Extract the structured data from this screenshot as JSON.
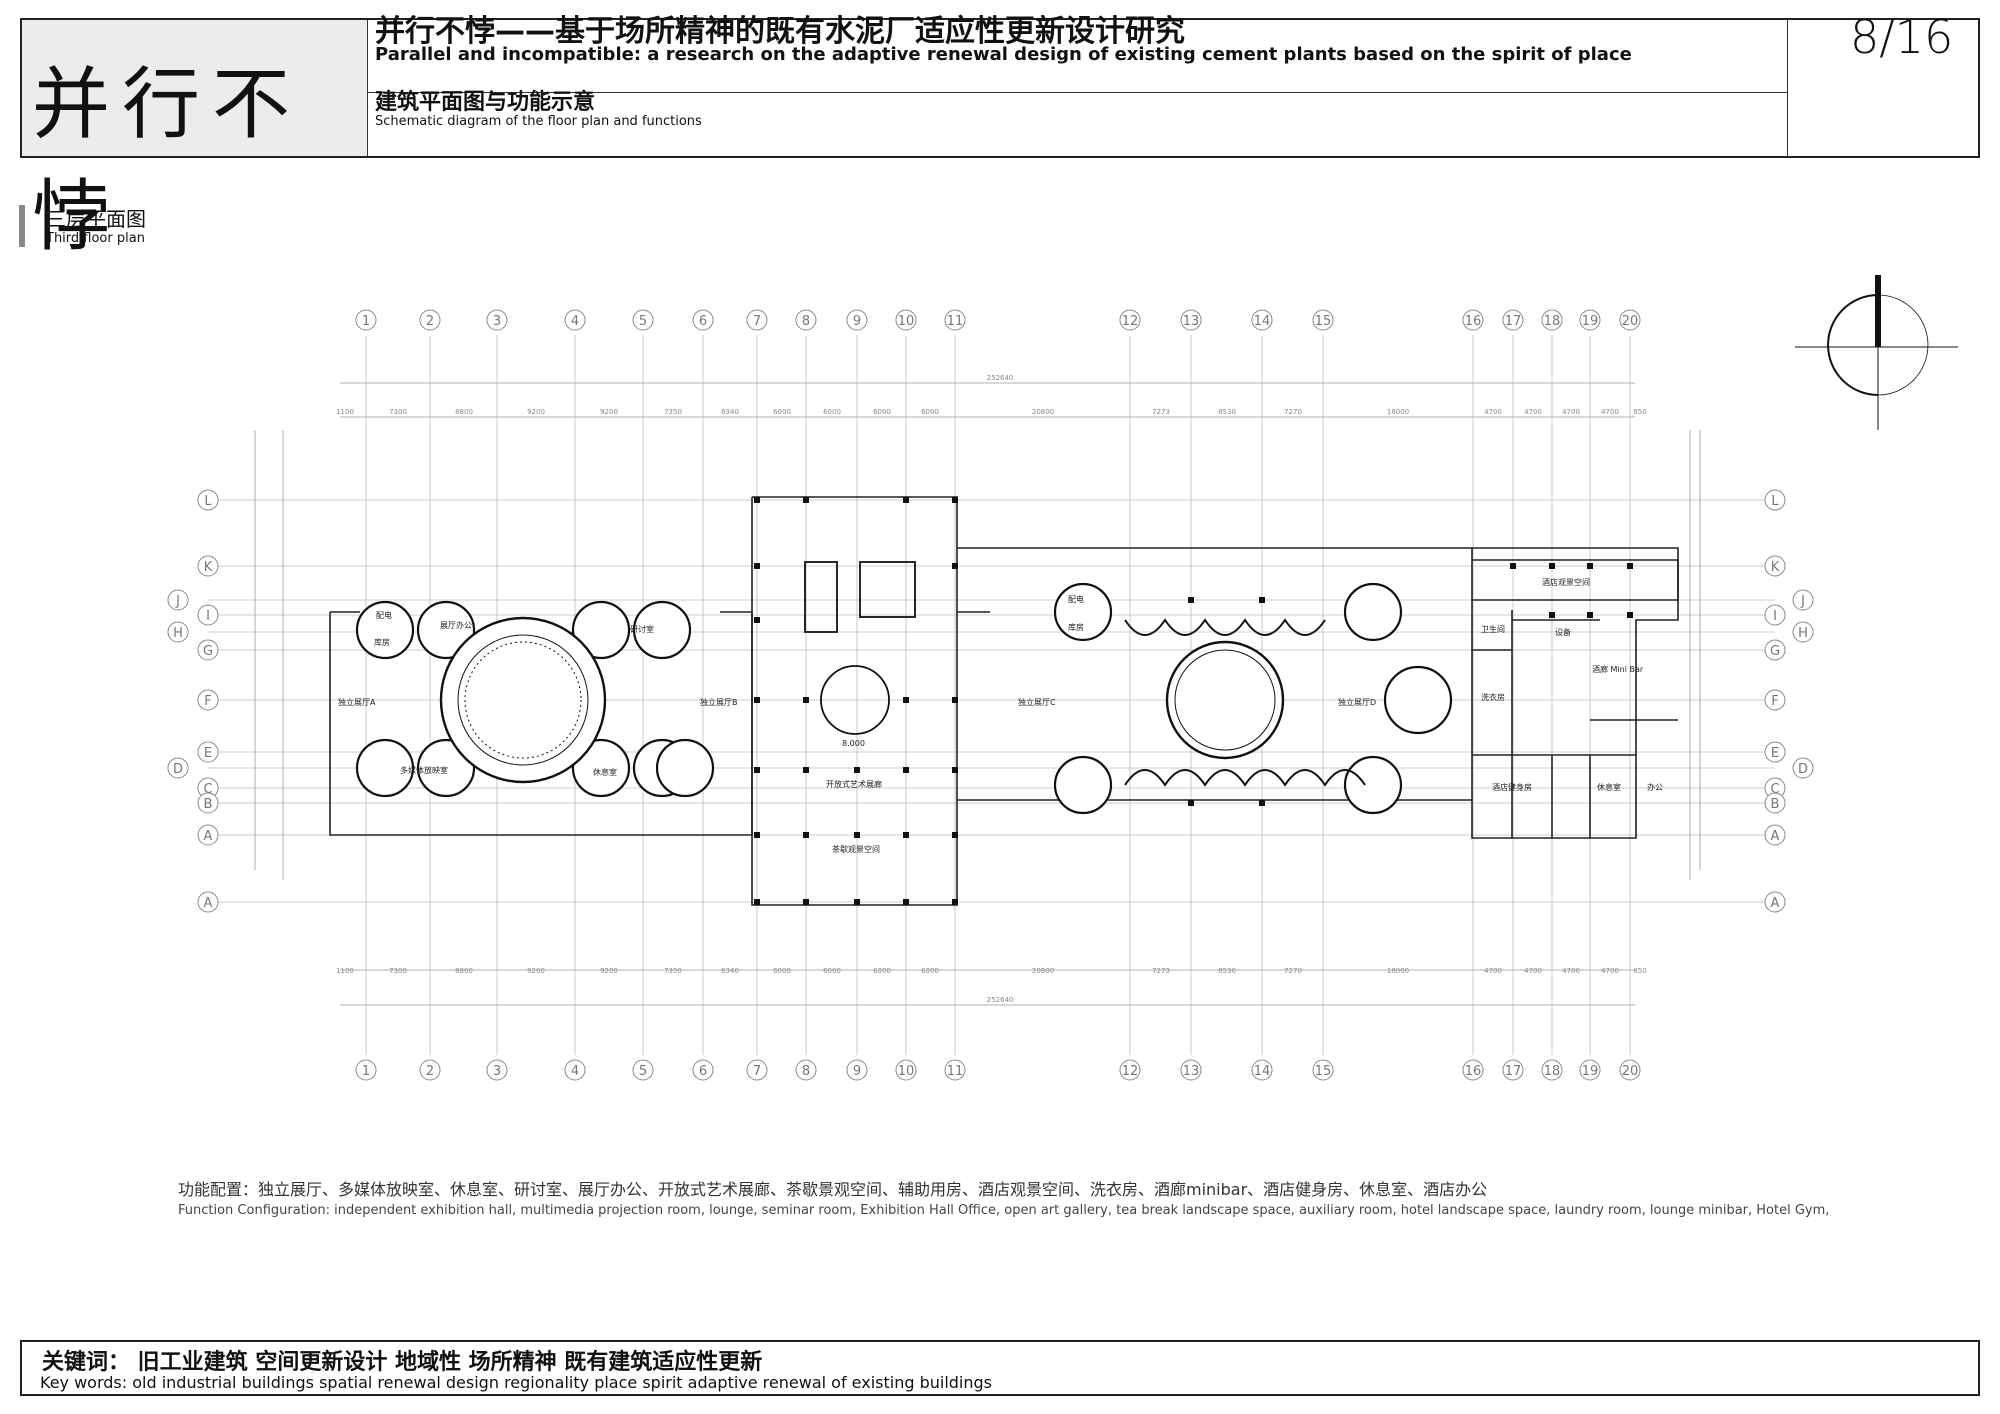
{
  "header": {
    "brand": "并行不悖",
    "title_cn": "并行不悖——基于场所精神的既有水泥厂适应性更新设计研究",
    "title_en": "Parallel and incompatible: a research on the adaptive renewal design of existing cement plants based on the spirit of place",
    "section_cn": "建筑平面图与功能示意",
    "section_en": "Schematic diagram of the floor plan and functions",
    "page": "8/16"
  },
  "plan": {
    "title_cn": "三层平面图",
    "title_en": "Third floor plan",
    "axis_cols": [
      "1",
      "2",
      "3",
      "4",
      "5",
      "6",
      "7",
      "8",
      "9",
      "10",
      "11",
      "12",
      "13",
      "14",
      "15",
      "16",
      "17",
      "18",
      "19",
      "20"
    ],
    "axis_rows": [
      "L",
      "K",
      "J",
      "I",
      "H",
      "G",
      "F",
      "E",
      "D",
      "C",
      "B",
      "A",
      "A"
    ],
    "total_dim": "252640",
    "dims": [
      "1100",
      "7300",
      "8800",
      "9200",
      "9200",
      "7350",
      "6340",
      "6000",
      "6000",
      "6000",
      "6000",
      "20800",
      "7273",
      "8530",
      "7270",
      "18000",
      "4700",
      "4700",
      "4700",
      "4700",
      "850"
    ],
    "rooms": {
      "hall_a": "独立展厅A",
      "hall_b": "独立展厅B",
      "hall_c": "独立展厅C",
      "hall_d": "独立展厅D",
      "power1": "配电",
      "store1": "库房",
      "office": "展厅办公",
      "seminar": "研讨室",
      "media": "多媒体放映室",
      "lounge1": "休息室",
      "gallery": "开放式艺术展廊",
      "tea": "茶歇观景空间",
      "level": "8.000",
      "power2": "配电",
      "store2": "库房",
      "hotel_view": "酒店观景空间",
      "wc": "卫生间",
      "equip": "设备",
      "minibar": "酒廊 Mini Bar",
      "laundry": "洗衣房",
      "gym": "酒店健身房",
      "lounge2": "休息室",
      "office2": "办公"
    }
  },
  "functions": {
    "cn": "功能配置：独立展厅、多媒体放映室、休息室、研讨室、展厅办公、开放式艺术展廊、茶歇景观空间、辅助用房、酒店观景空间、洗衣房、酒廊minibar、酒店健身房、休息室、酒店办公",
    "en": "Function Configuration: independent exhibition hall, multimedia projection room, lounge, seminar room, Exhibition Hall Office, open art gallery, tea break landscape space, auxiliary room, hotel landscape space, laundry room, lounge minibar, Hotel Gym,"
  },
  "keywords": {
    "cn": "关键词：  旧工业建筑    空间更新设计    地域性    场所精神    既有建筑适应性更新",
    "en": "Key words: old industrial buildings    spatial renewal design    regionality place spirit    adaptive renewal of existing buildings"
  }
}
